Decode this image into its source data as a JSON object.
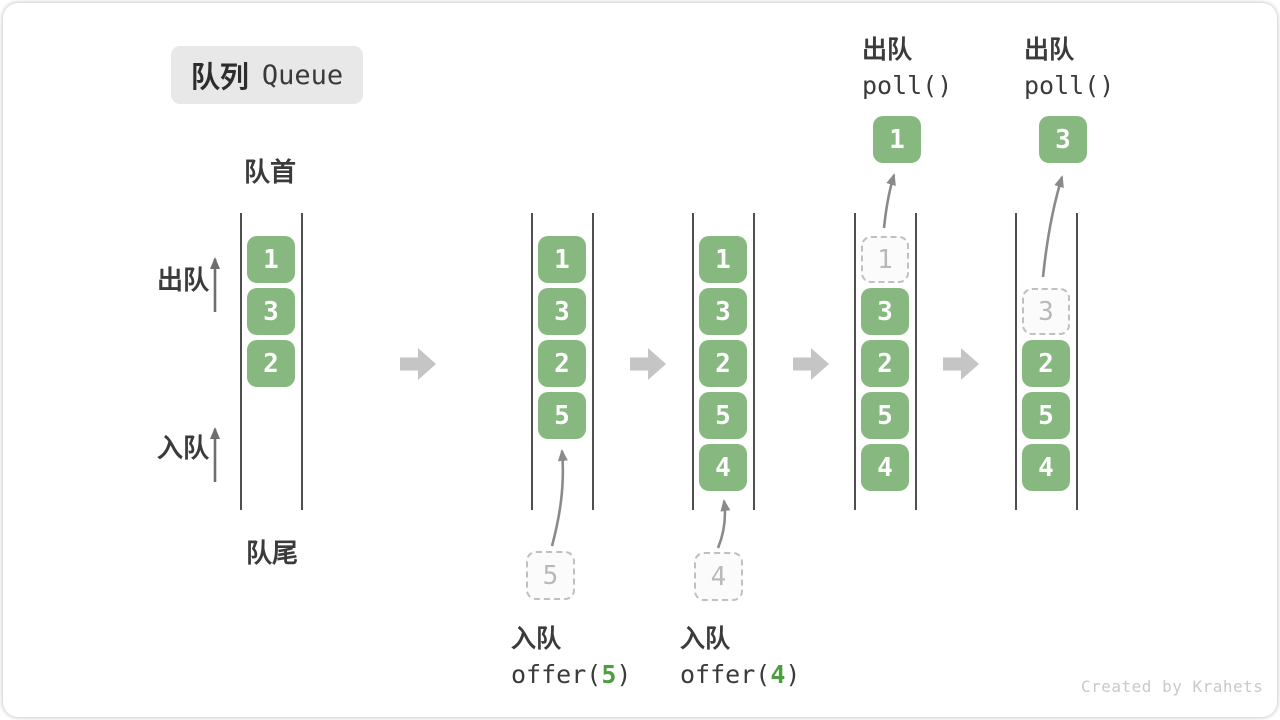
{
  "title": {
    "zh": "队列",
    "en": "Queue"
  },
  "side_labels": {
    "front": "队首",
    "rear": "队尾",
    "dequeue": "出队",
    "enqueue": "入队"
  },
  "queues": [
    {
      "cells": [
        {
          "v": "1"
        },
        {
          "v": "3"
        },
        {
          "v": "2"
        }
      ]
    },
    {
      "cells": [
        {
          "v": "1"
        },
        {
          "v": "3"
        },
        {
          "v": "2"
        },
        {
          "v": "5"
        }
      ],
      "staged": "5"
    },
    {
      "cells": [
        {
          "v": "1"
        },
        {
          "v": "3"
        },
        {
          "v": "2"
        },
        {
          "v": "5"
        },
        {
          "v": "4"
        }
      ],
      "staged": "4"
    },
    {
      "cells": [
        {
          "v": "1"
        },
        {
          "v": "3"
        },
        {
          "v": "2"
        },
        {
          "v": "5"
        },
        {
          "v": "4"
        }
      ],
      "popped": "1"
    },
    {
      "cells": [
        {
          "v": "3"
        },
        {
          "v": "2"
        },
        {
          "v": "5"
        },
        {
          "v": "4"
        }
      ],
      "popped": "3"
    }
  ],
  "operations": {
    "enqueue5": {
      "label": "入队",
      "fn": "offer(",
      "arg": "5",
      "close": ")"
    },
    "enqueue4": {
      "label": "入队",
      "fn": "offer(",
      "arg": "4",
      "close": ")"
    },
    "dequeue1": {
      "label": "出队",
      "code": "poll()"
    },
    "dequeue2": {
      "label": "出队",
      "code": "poll()"
    }
  },
  "watermark": "Created by Krahets",
  "colors": {
    "green": "#87b87f",
    "cell-text": "#ffffff",
    "arg-green": "#4e9d40",
    "text-dark": "#3b3b3b",
    "wall": "#4f4f4f",
    "thin-arrow": "#6e6e6e",
    "curve-arrow": "#8a8a8a",
    "block-arrow": "#c5c5c5",
    "ghost-border": "#c0c0c0",
    "ghost-fill": "#fbfbfb",
    "ghost-text": "#b9b9b9",
    "badge-bg": "#e8e8e8",
    "watermark-text": "#c9c9c9"
  }
}
